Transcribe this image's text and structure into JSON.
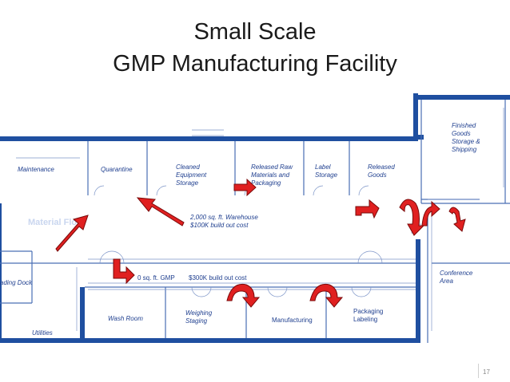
{
  "title_line1": "Small Scale",
  "title_line2": "GMP Manufacturing Facility",
  "labels": {
    "maintenance": "Maintenance",
    "quarantine": "Quarantine",
    "cleaned1": "Cleaned",
    "cleaned2": "Equipment",
    "cleaned3": "Storage",
    "released_raw1": "Released Raw",
    "released_raw2": "Materials and",
    "released_raw3": "Packaging",
    "label1": "Label",
    "label2": "Storage",
    "released_goods1": "Released",
    "released_goods2": "Goods",
    "finished1": "Finished",
    "finished2": "Goods",
    "finished3": "Storage &",
    "finished4": "Shipping",
    "material_flow": "Material Flow",
    "warehouse1": "2,000 sq. ft. Warehouse",
    "warehouse2": "$100K build out cost",
    "gmp_sqft": "0 sq. ft. GMP",
    "gmp_cost": "$300K build out cost",
    "loading_dock": "ading Dock",
    "wash_room": "Wash Room",
    "weighing1": "Weighing",
    "weighing2": "Staging",
    "manufacturing": "Manufacturing",
    "packaging1": "Packaging",
    "packaging2": "Labeling",
    "conference1": "Conference",
    "conference2": "Area",
    "utilities": "Utilities"
  },
  "page_number": "17",
  "colors": {
    "wall": "#1f4fa0",
    "arrow": "#e02020",
    "label": "#1f3f8f"
  }
}
